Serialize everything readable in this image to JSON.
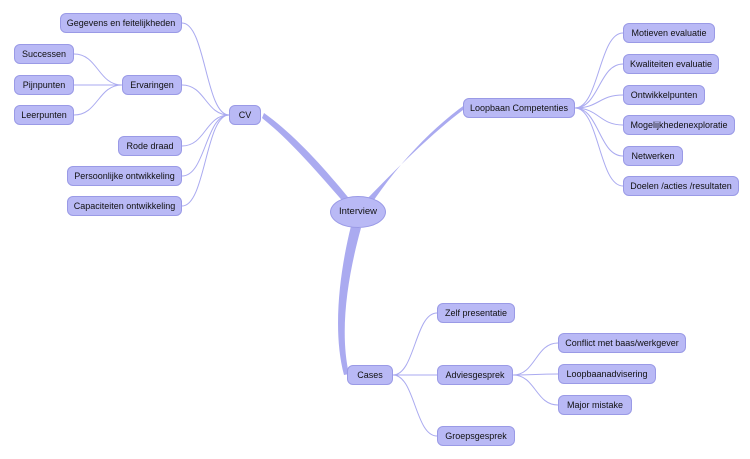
{
  "mindmap": {
    "root": "Interview",
    "cv": {
      "label": "CV",
      "gegevens": "Gegevens en feitelijkheden",
      "ervaringen": {
        "label": "Ervaringen",
        "children": [
          "Successen",
          "Pijnpunten",
          "Leerpunten"
        ]
      },
      "rode_draad": "Rode draad",
      "persoonlijke": "Persoonlijke ontwikkeling",
      "capaciteiten": "Capaciteiten ontwikkeling"
    },
    "loopbaan": {
      "label": "Loopbaan Competenties",
      "children": [
        "Motieven evaluatie",
        "Kwaliteiten evaluatie",
        "Ontwikkelpunten",
        "Mogelijkhedenexploratie",
        "Netwerken",
        "Doelen /acties /resultaten"
      ]
    },
    "cases": {
      "label": "Cases",
      "zelf": "Zelf presentatie",
      "advies": {
        "label": "Adviesgesprek",
        "children": [
          "Conflict met baas/werkgever",
          "Loopbaanadvisering",
          "Major mistake"
        ]
      },
      "groeps": "Groepsgesprek"
    }
  },
  "colors": {
    "node_fill": "#b9b9f5",
    "node_border": "#9a9ae6",
    "link": "#aaaaf0"
  }
}
